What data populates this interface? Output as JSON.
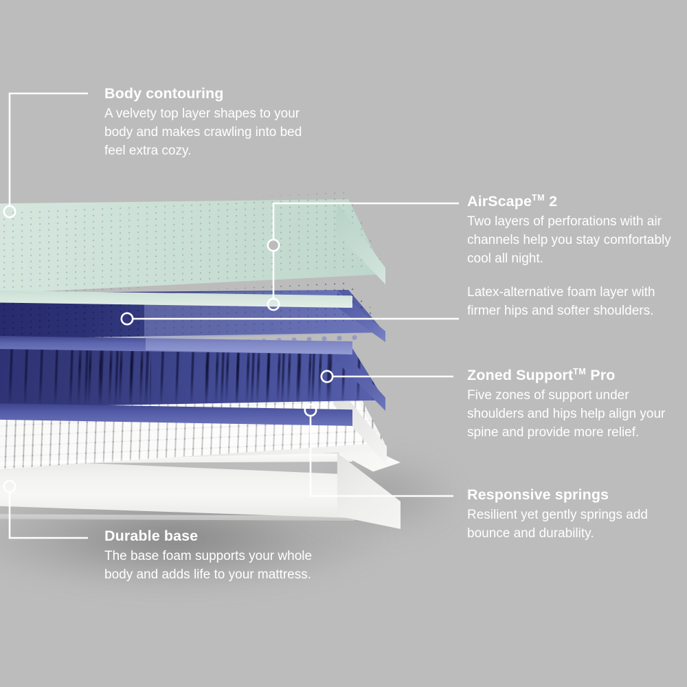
{
  "background_color": "#bcbcbc",
  "text_color": "#ffffff",
  "callouts": [
    {
      "id": "body-contouring",
      "title": "Body contouring",
      "title_sup": "",
      "title_suffix": "",
      "paragraphs": [
        "A velvety top layer shapes to your body and makes crawling into bed feel extra cozy."
      ]
    },
    {
      "id": "airscape-2",
      "title": "AirScape",
      "title_sup": "TM",
      "title_suffix": " 2",
      "paragraphs": [
        "Two layers of perforations with air channels help you stay comfortably cool all night.",
        "Latex-alternative foam layer with firmer hips and softer shoulders."
      ]
    },
    {
      "id": "zoned-support-pro",
      "title": "Zoned Support",
      "title_sup": "TM",
      "title_suffix": " Pro",
      "paragraphs": [
        "Five zones of support under shoulders and hips help align your spine and provide more relief."
      ]
    },
    {
      "id": "responsive-springs",
      "title": "Responsive springs",
      "title_sup": "",
      "title_suffix": "",
      "paragraphs": [
        "Resilient yet gently springs add bounce and durability."
      ]
    },
    {
      "id": "durable-base",
      "title": "Durable base",
      "title_sup": "",
      "title_suffix": "",
      "paragraphs": [
        "The base foam supports your whole body and adds life to your mattress."
      ]
    }
  ],
  "layers": [
    {
      "name": "comfort-foam-top",
      "color": "#cfe2d9",
      "label": "mint perforated comfort foam"
    },
    {
      "name": "airscape-foam",
      "color": "#2d3174",
      "label": "dark blue perforated foam"
    },
    {
      "name": "zoned-support-foam",
      "color": "#3c4389",
      "label": "zoned support grooved foam"
    },
    {
      "name": "coil-springs",
      "color": "#ededec",
      "label": "individually wrapped coils"
    },
    {
      "name": "base-foam",
      "color": "#f2f2f1",
      "label": "durable base foam"
    }
  ],
  "leader_lines": {
    "stroke": "#ffffff",
    "stroke_width": 2.6,
    "marker_radius": 8.5
  }
}
